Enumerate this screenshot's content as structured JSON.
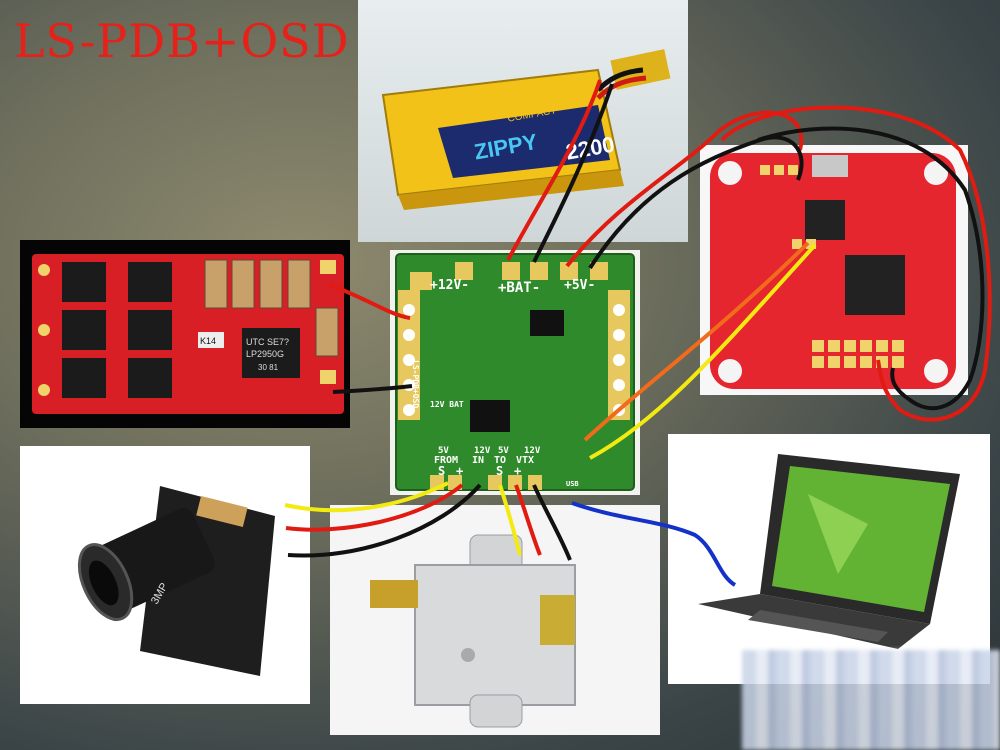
{
  "title": "LS-PDB+OSD 2.0",
  "battery": {
    "brand": "ZIPPY",
    "series": "COMPACT",
    "capacity_text": "2200"
  },
  "esc": {
    "chip_text_1": "UTC SE7?",
    "chip_text_2": "LP2950G",
    "chip_text_3": "30 81",
    "label_k14": "K14"
  },
  "pdb": {
    "label_12v": "+12V-",
    "label_bat": "+BAT-",
    "label_5v": "+5V-",
    "label_side": "LS-PDB+OSD",
    "label_12v_bat": "12V BAT",
    "label_5v_a": "5V",
    "label_12v_b": "12V",
    "label_5v_c": "5V",
    "label_12v_d": "12V",
    "label_from": "FROM",
    "label_in": "IN",
    "label_to": "TO",
    "label_vtx": "VTX",
    "label_s_left": "S",
    "label_plus_left": "+",
    "label_s_right": "S",
    "label_plus_right": "+",
    "label_usb": "USB"
  },
  "camera": {
    "lens_label": "3MP"
  },
  "wire_colors": {
    "red": "#e11b12",
    "black": "#111111",
    "yellow": "#f3ea12",
    "orange": "#f26a1b",
    "blue": "#1432c8"
  }
}
